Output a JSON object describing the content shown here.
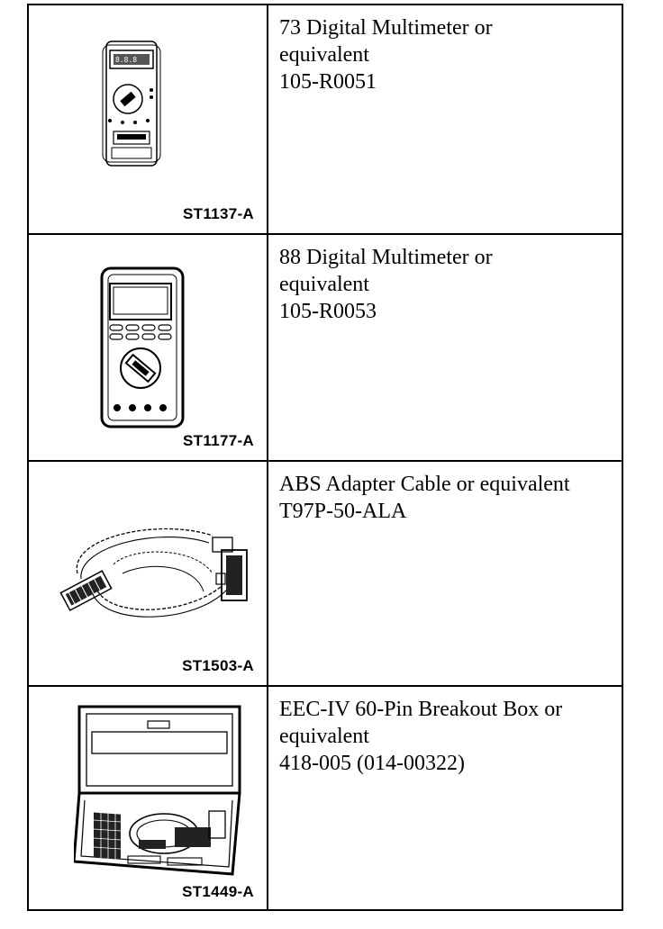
{
  "rows": [
    {
      "name_line1": "73 Digital Multimeter or",
      "name_line2": "equivalent",
      "part_number": "105-R0051",
      "caption": "ST1137-A",
      "icon": "multimeter-73-icon"
    },
    {
      "name_line1": "88 Digital Multimeter or",
      "name_line2": "equivalent",
      "part_number": "105-R0053",
      "caption": "ST1177-A",
      "icon": "multimeter-88-icon"
    },
    {
      "name_line1": "ABS Adapter Cable or equivalent",
      "part_number": "T97P-50-ALA",
      "caption": "ST1503-A",
      "icon": "adapter-cable-icon"
    },
    {
      "name_line1": "EEC-IV 60-Pin Breakout Box or",
      "name_line2": "equivalent",
      "part_number": "418-005 (014-00322)",
      "caption": "ST1449-A",
      "icon": "breakout-box-icon"
    }
  ]
}
